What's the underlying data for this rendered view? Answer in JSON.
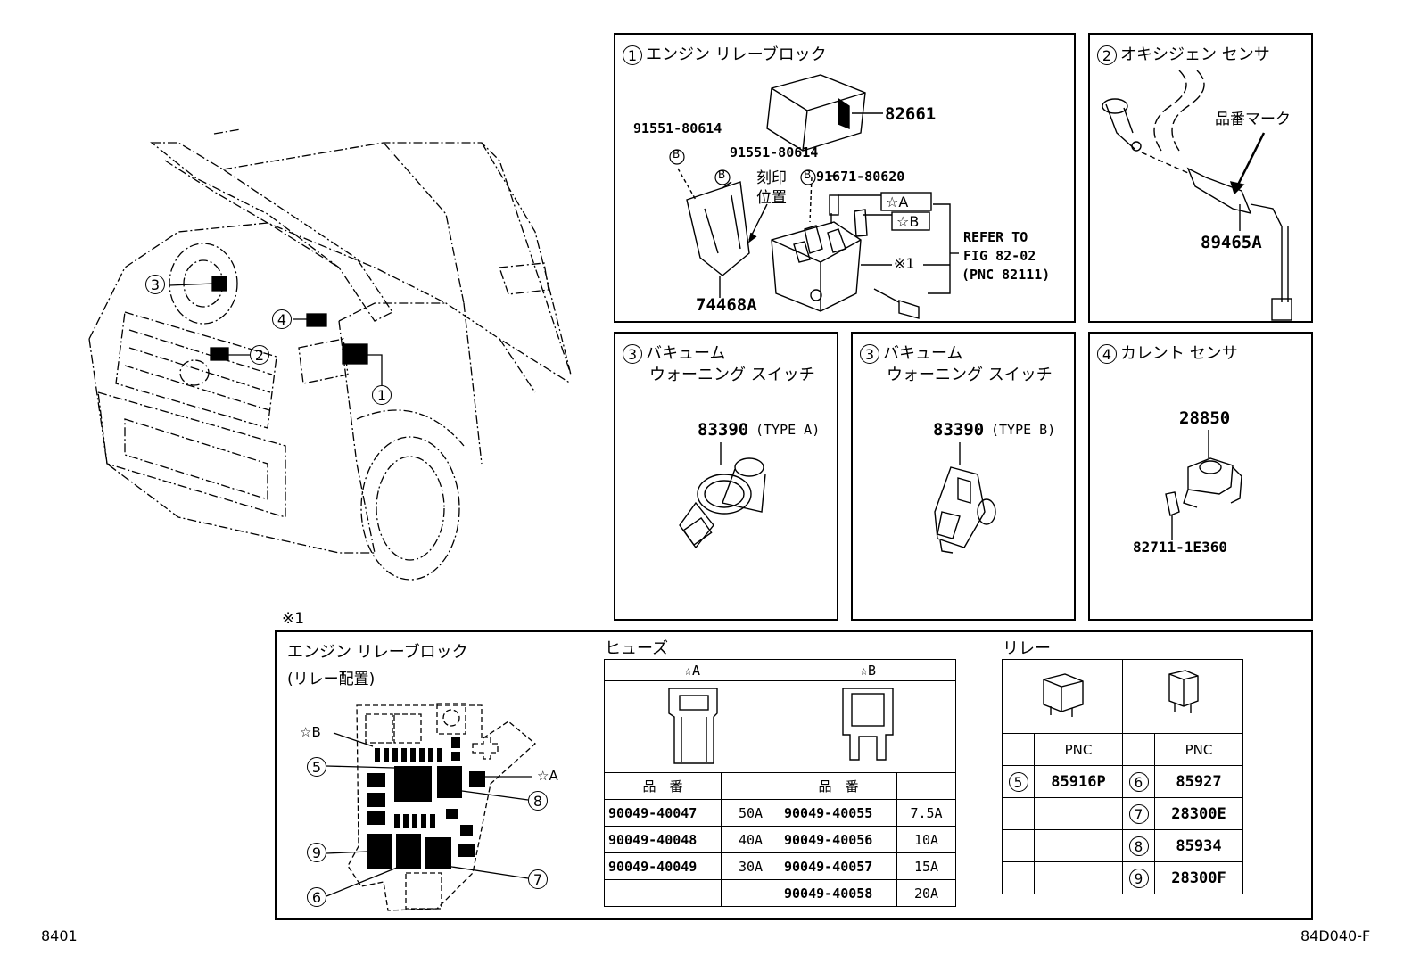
{
  "panels": {
    "p1": {
      "num": "1",
      "title": "エンジン リレーブロック",
      "parts": {
        "cover": "82661",
        "bracket": "74468A",
        "bolt_a": "91551-80614",
        "bolt_b": "91551-80614",
        "bolt_c": "91671-80620"
      },
      "stamp_label": "刻印\n位置",
      "stamp1": "刻印",
      "stamp2": "位置",
      "fuse_a": "☆A",
      "fuse_b": "☆B",
      "note_mark": "※1",
      "refer1": "REFER TO",
      "refer2": "FIG 82-02",
      "refer3": "(PNC 82111)",
      "b_mark": "B"
    },
    "p2": {
      "num": "2",
      "title": "オキシジェン センサ",
      "part": "89465A",
      "mark_label": "品番マーク"
    },
    "p3a": {
      "num": "3",
      "title1": "バキューム",
      "title2": "ウォーニング スイッチ",
      "part": "83390",
      "type": "(TYPE A)"
    },
    "p3b": {
      "num": "3",
      "title1": "バキューム",
      "title2": "ウォーニング スイッチ",
      "part": "83390",
      "type": "(TYPE B)"
    },
    "p4": {
      "num": "4",
      "title": "カレント センサ",
      "part_top": "28850",
      "part_bottom": "82711-1E360"
    }
  },
  "vehicle_callouts": [
    "1",
    "2",
    "3",
    "4"
  ],
  "note": {
    "mark": "※1",
    "relay_block_title": "エンジン リレーブロック",
    "relay_block_sub": "(リレー配置)",
    "star_a": "☆A",
    "star_b": "☆B",
    "callouts": [
      "5",
      "6",
      "7",
      "8",
      "9"
    ],
    "fuse_title": "ヒューズ",
    "fuse_col_a": "☆A",
    "fuse_col_b": "☆B",
    "part_no_header": "品　番",
    "fuses_a": [
      {
        "pn": "90049-40047",
        "amp": "50A"
      },
      {
        "pn": "90049-40048",
        "amp": "40A"
      },
      {
        "pn": "90049-40049",
        "amp": "30A"
      }
    ],
    "fuses_b": [
      {
        "pn": "90049-40055",
        "amp": "7.5A"
      },
      {
        "pn": "90049-40056",
        "amp": "10A"
      },
      {
        "pn": "90049-40057",
        "amp": "15A"
      },
      {
        "pn": "90049-40058",
        "amp": "20A"
      }
    ],
    "relay_title": "リレー",
    "pnc_label": "PNC",
    "relays_left": [
      {
        "num": "5",
        "pnc": "85916P"
      }
    ],
    "relays_right": [
      {
        "num": "6",
        "pnc": "85927"
      },
      {
        "num": "7",
        "pnc": "28300E"
      },
      {
        "num": "8",
        "pnc": "85934"
      },
      {
        "num": "9",
        "pnc": "28300F"
      }
    ]
  },
  "footer": {
    "left": "8401",
    "right": "84D040-F"
  }
}
